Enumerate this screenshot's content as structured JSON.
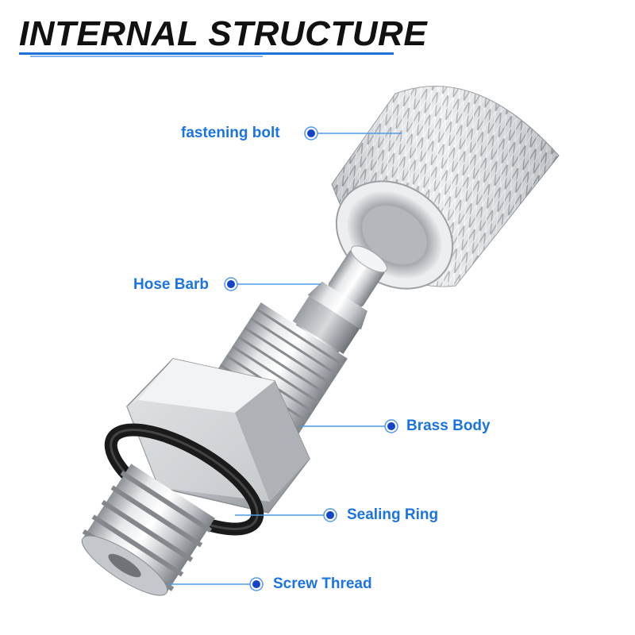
{
  "title": "INTERNAL STRUCTURE",
  "colors": {
    "accent": "#1c74e0",
    "title": "#111111",
    "dot": "#1544c9"
  },
  "labels": [
    {
      "id": "fastening-bolt",
      "text": "fastening bolt"
    },
    {
      "id": "hose-barb",
      "text": "Hose Barb"
    },
    {
      "id": "brass-body",
      "text": "Brass Body"
    },
    {
      "id": "sealing-ring",
      "text": "Sealing Ring"
    },
    {
      "id": "screw-thread",
      "text": "Screw Thread"
    }
  ]
}
